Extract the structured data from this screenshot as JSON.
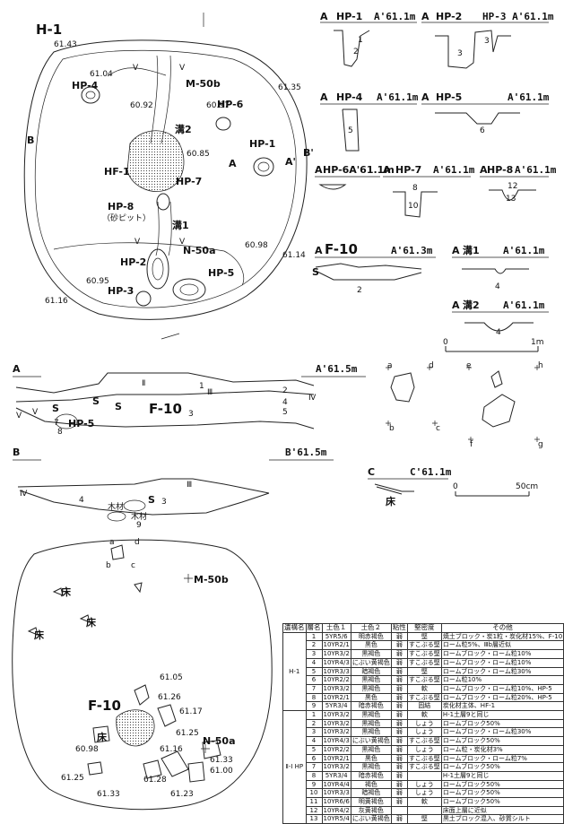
{
  "plan_top": {
    "title": "H-1",
    "features": {
      "hp4": "HP-4",
      "hp6": "HP-6",
      "hp1": "HP-1",
      "hf1": "HF-1",
      "hp7": "HP-7",
      "hp8": "HP-8",
      "hp8_note": "（砂ピット）",
      "hp2": "HP-2",
      "hp5": "HP-5",
      "hp3": "HP-3",
      "m50b": "M-50b",
      "n50a": "N-50a",
      "mizo2": "溝2",
      "mizo1": "溝1"
    },
    "elevations": [
      "61.43",
      "61.04",
      "60.92",
      "60.97",
      "61.35",
      "60.85",
      "60.98",
      "61.14",
      "60.95",
      "61.16"
    ],
    "markers": {
      "A": "A",
      "A_prime": "A'",
      "B": "B",
      "B_prime": "B'",
      "V": "V"
    }
  },
  "sections_pits": [
    {
      "left": "A",
      "name": "HP-1",
      "right": "A'61.1m"
    },
    {
      "left": "A",
      "name": "HP-2",
      "right": "HP-3  A'61.1m"
    },
    {
      "left": "A",
      "name": "HP-4",
      "right": "A'61.1m"
    },
    {
      "left": "A",
      "name": "HP-5",
      "right": "A'61.1m"
    },
    {
      "left": "A",
      "name": "HP-6A'61.1m",
      "right": ""
    },
    {
      "left": "A",
      "name": "HP-7",
      "right": "A'61.1m"
    },
    {
      "left": "A",
      "name": "HP-8",
      "right": "A'61.1m"
    },
    {
      "left": "A",
      "name": "F-10",
      "right": "A'61.3m"
    },
    {
      "left": "A",
      "name": "溝1",
      "right": "A'61.1m"
    },
    {
      "left": "A",
      "name": "溝2",
      "right": "A'61.1m"
    }
  ],
  "section_numbers": [
    "1",
    "2",
    "3",
    "3",
    "5",
    "6",
    "8",
    "10",
    "12",
    "13",
    "2",
    "4",
    "4"
  ],
  "scales": {
    "s1_start": "0",
    "s1_end": "1m",
    "s2_start": "0",
    "s2_end": "50cm"
  },
  "section_A": {
    "left": "A",
    "right": "A'61.5m",
    "f10": "F-10",
    "hp5": "HP-5",
    "roman": [
      "Ⅱ",
      "Ⅲ",
      "Ⅳ",
      "Ⅴ",
      "Ⅴ"
    ],
    "nums": [
      "1",
      "2",
      "3",
      "4",
      "5",
      "7",
      "8"
    ],
    "s": "S"
  },
  "section_B": {
    "left": "B",
    "right": "B'61.5m",
    "roman": [
      "Ⅳ",
      "Ⅲ"
    ],
    "nums": [
      "4",
      "3",
      "9"
    ],
    "mokuzai": "木材",
    "s": "S"
  },
  "section_C": {
    "left": "C",
    "right": "C'61.1m",
    "floor": "床"
  },
  "artifact_labels": [
    "a",
    "d",
    "b",
    "c",
    "e",
    "h",
    "f",
    "g"
  ],
  "plan_bottom": {
    "f10": "F-10",
    "m50b": "M-50b",
    "n50a": "N-50a",
    "floor": "床",
    "labels": [
      "a",
      "d",
      "b",
      "c"
    ],
    "elevations": [
      "61.05",
      "61.26",
      "61.17",
      "60.98",
      "61.25",
      "61.16",
      "61.33",
      "61.00",
      "61.25",
      "61.28",
      "61.33",
      "61.23"
    ]
  },
  "soil_table": {
    "headers": [
      "遺構名",
      "層名",
      "土色１",
      "土色２",
      "粘性",
      "堅密度",
      "その他"
    ],
    "groups": [
      "H-1",
      "Ⅱ-Ⅰ HP"
    ],
    "rows": [
      [
        "1",
        "5YR5/6",
        "明赤褐色",
        "弱",
        "堅",
        "焼土ブロック・炭1粒・炭化材15%、F-10"
      ],
      [
        "2",
        "10YR2/1",
        "黒色",
        "弱",
        "すこぶる堅",
        "ローム粒5%、Ⅲb層近似"
      ],
      [
        "3",
        "10YR3/2",
        "黒褐色",
        "弱",
        "すこぶる堅",
        "ロームブロック・ローム粒10%"
      ],
      [
        "4",
        "10YR4/3",
        "にぶい黄褐色",
        "弱",
        "すこぶる堅",
        "ロームブロック・ローム粒10%"
      ],
      [
        "5",
        "10YR3/3",
        "暗褐色",
        "弱",
        "堅",
        "ロームブロック・ローム粒30%"
      ],
      [
        "6",
        "10YR2/2",
        "黒褐色",
        "弱",
        "すこぶる堅",
        "ローム粒10%"
      ],
      [
        "7",
        "10YR3/2",
        "黒褐色",
        "弱",
        "軟",
        "ロームブロック・ローム粒10%、HP-5"
      ],
      [
        "8",
        "10YR2/1",
        "黒色",
        "弱",
        "すこぶる堅",
        "ロームブロック・ローム粒20%、HP-5"
      ],
      [
        "9",
        "5YR3/4",
        "暗赤褐色",
        "弱",
        "固結",
        "炭化材主体、HF-1"
      ],
      [
        "1",
        "10YR3/2",
        "黒褐色",
        "弱",
        "軟",
        "H-1土層9と同じ"
      ],
      [
        "2",
        "10YR3/2",
        "黒褐色",
        "弱",
        "しょう",
        "ロームブロック50%"
      ],
      [
        "3",
        "10YR3/2",
        "黒褐色",
        "弱",
        "しょう",
        "ロームブロック・ローム粒30%"
      ],
      [
        "4",
        "10YR4/3",
        "にぶい黄褐色",
        "弱",
        "すこぶる堅",
        "ロームブロック50%"
      ],
      [
        "5",
        "10YR2/2",
        "黒褐色",
        "弱",
        "しょう",
        "ローム粒・炭化材3%"
      ],
      [
        "6",
        "10YR2/1",
        "黒色",
        "弱",
        "すこぶる堅",
        "ロームブロック・ローム粒7%"
      ],
      [
        "7",
        "10YR3/2",
        "黒褐色",
        "弱",
        "すこぶる堅",
        "ロームブロック50%"
      ],
      [
        "8",
        "5YR3/4",
        "暗赤褐色",
        "弱",
        "",
        "H-1土層9と同じ"
      ],
      [
        "9",
        "10YR4/4",
        "褐色",
        "弱",
        "しょう",
        "ロームブロック50%"
      ],
      [
        "10",
        "10YR3/3",
        "暗褐色",
        "弱",
        "しょう",
        "ロームブロック50%"
      ],
      [
        "11",
        "10YR6/6",
        "明黄褐色",
        "弱",
        "軟",
        "ロームブロック50%"
      ],
      [
        "12",
        "10YR4/2",
        "灰黄褐色",
        "",
        "",
        "床面上層に近似"
      ],
      [
        "13",
        "10YR5/4",
        "にぶい黄褐色",
        "弱",
        "堅",
        "黒土ブロック混入、砂質シルト"
      ]
    ]
  }
}
